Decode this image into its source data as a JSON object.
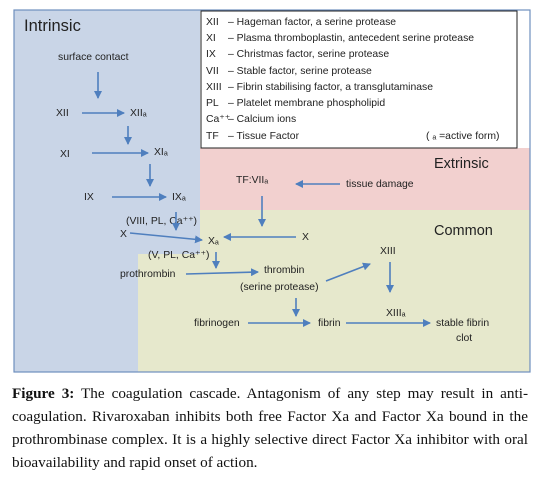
{
  "diagram": {
    "regions": {
      "intrinsic": "Intrinsic",
      "extrinsic": "Extrinsic",
      "common": "Common"
    },
    "colors": {
      "intrinsic": "#c9d5e7",
      "extrinsic": "#f2d0cf",
      "common": "#e6e8cc",
      "arrow": "#4f7fbe",
      "frame": "#6f8fbf"
    },
    "legend": [
      {
        "key": "XII",
        "desc": "– Hageman factor, a serine protease"
      },
      {
        "key": "XI",
        "desc": "– Plasma thromboplastin, antecedent serine protease"
      },
      {
        "key": "IX",
        "desc": "– Christmas factor, serine protease"
      },
      {
        "key": "VII",
        "desc": "– Stable factor, serine protease"
      },
      {
        "key": "XIII",
        "desc": "– Fibrin stabilising factor, a transglutaminase"
      },
      {
        "key": "PL",
        "desc": "– Platelet membrane phospholipid"
      },
      {
        "key": "Ca⁺⁺",
        "desc": "– Calcium ions"
      },
      {
        "key": "TF",
        "desc": "– Tissue Factor"
      }
    ],
    "legend_note": "( ₐ =active form)",
    "nodes": {
      "surface_contact": "surface contact",
      "xii": "XII",
      "xiia": "XIIₐ",
      "xi": "XI",
      "xia": "XIₐ",
      "ix": "IX",
      "ixa": "IXₐ",
      "cofactor_1": "(VIII, PL, Ca⁺⁺)",
      "x_left": "X",
      "xa": "Xₐ",
      "x_right": "X",
      "cofactor_2": "(V, PL, Ca⁺⁺)",
      "tf_viia": "TF:VIIₐ",
      "tissue_damage": "tissue damage",
      "prothrombin": "prothrombin",
      "thrombin": "thrombin",
      "thrombin_note": "(serine protease)",
      "xiii": "XIII",
      "xiiia": "XIIIₐ",
      "fibrinogen": "fibrinogen",
      "fibrin": "fibrin",
      "stable_fibrin": "stable fibrin",
      "clot": "clot"
    }
  },
  "caption": {
    "label": "Figure 3:",
    "text": " The coagulation cascade. Antagonism of any step may result in anti-coagulation. Rivaroxaban inhibits both free Factor Xa and Factor Xa bound in the prothrombinase complex. It is a highly selective direct Factor Xa inhibitor with oral bioavailability and rapid onset of action."
  }
}
